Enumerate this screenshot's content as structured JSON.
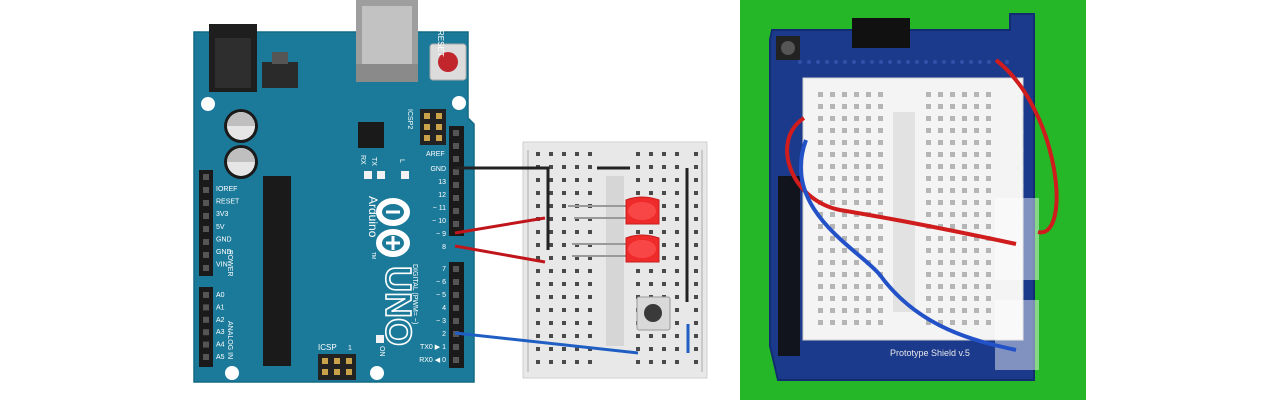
{
  "diagram": {
    "board": {
      "reset_label": "RESET",
      "icsp2_label": "ICSP2",
      "l_label": "L",
      "tx_label": "TX",
      "rx_label": "RX",
      "aref_label": "AREF",
      "digital_pins": [
        {
          "label": "GND"
        },
        {
          "label": "13"
        },
        {
          "label": "12"
        },
        {
          "label": "~ 11"
        },
        {
          "label": "~ 10"
        },
        {
          "label": "~ 9"
        },
        {
          "label": "8"
        },
        {
          "label": "7"
        },
        {
          "label": "~ 6"
        },
        {
          "label": "~ 5"
        },
        {
          "label": "4"
        },
        {
          "label": "~ 3"
        },
        {
          "label": "2"
        },
        {
          "label": "TX0 ▶ 1"
        },
        {
          "label": "RX0 ◀ 0"
        }
      ],
      "power_pins": [
        {
          "label": "IOREF"
        },
        {
          "label": "RESET"
        },
        {
          "label": "3V3"
        },
        {
          "label": "5V"
        },
        {
          "label": "GND"
        },
        {
          "label": "GND"
        },
        {
          "label": "VIN"
        }
      ],
      "power_group_label": "POWER",
      "analog_pins": [
        {
          "label": "A0"
        },
        {
          "label": "A1"
        },
        {
          "label": "A2"
        },
        {
          "label": "A3"
        },
        {
          "label": "A4"
        },
        {
          "label": "A5"
        }
      ],
      "analog_group_label": "ANALOG IN",
      "brand_label": "Arduino",
      "tm_label": "TM",
      "model_label": "UNO",
      "digital_group_label": "DIGITAL (PWM= ~)",
      "icsp_label": "ICSP",
      "icsp_pin1": "1",
      "on_label": "ON"
    },
    "colors": {
      "board": "#1b7a99",
      "board_dark": "#12566c",
      "wire_black": "#222222",
      "wire_red": "#c0161b",
      "wire_blue": "#1f5fc4",
      "led": "#ee2a2a",
      "breadboard": "#e8e8e8"
    }
  },
  "photo": {
    "shield_text": "Prototype Shield v.5"
  }
}
